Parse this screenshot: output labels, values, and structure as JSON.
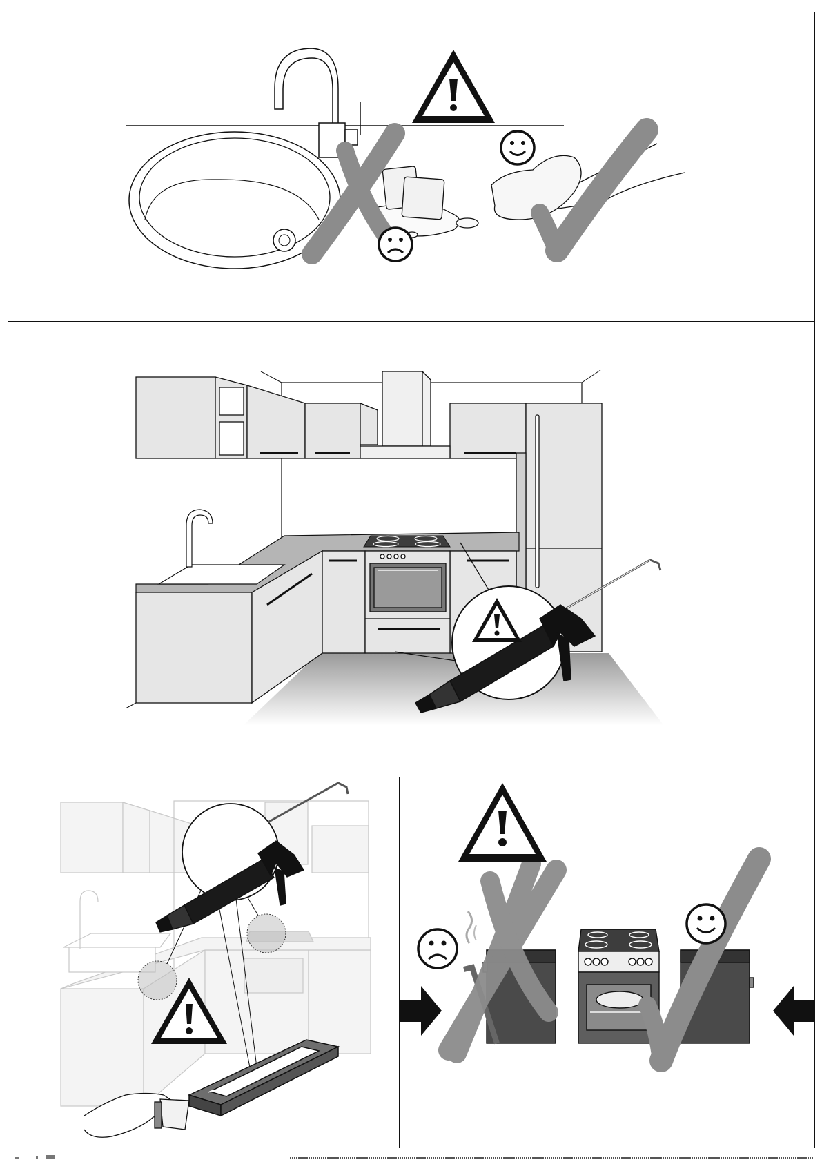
{
  "page": {
    "panels": [
      {
        "id": "ice-sink",
        "subject": "ice-on-countertop-warning"
      },
      {
        "id": "kitchen-seal",
        "subject": "kitchen-installation-sealant"
      },
      {
        "id": "hob-seal",
        "subject": "hob-cutout-sealing"
      },
      {
        "id": "gap-spacing",
        "subject": "appliance-side-gap"
      }
    ]
  },
  "icons": {
    "warning": "warning-triangle-icon",
    "happy": "happy-face-icon",
    "sad": "sad-face-icon",
    "cross": "cross-mark-icon",
    "check": "check-mark-icon",
    "arrow": "push-arrow-icon",
    "caulk": "caulking-gun-icon"
  },
  "colors": {
    "line": "#111111",
    "mark_grey": "#8c8c8c",
    "cabinet": "#e6e6e6",
    "counter": "#b5b5b5",
    "dark_unit": "#4a4a4a",
    "ghost": "#c8c8c8"
  }
}
